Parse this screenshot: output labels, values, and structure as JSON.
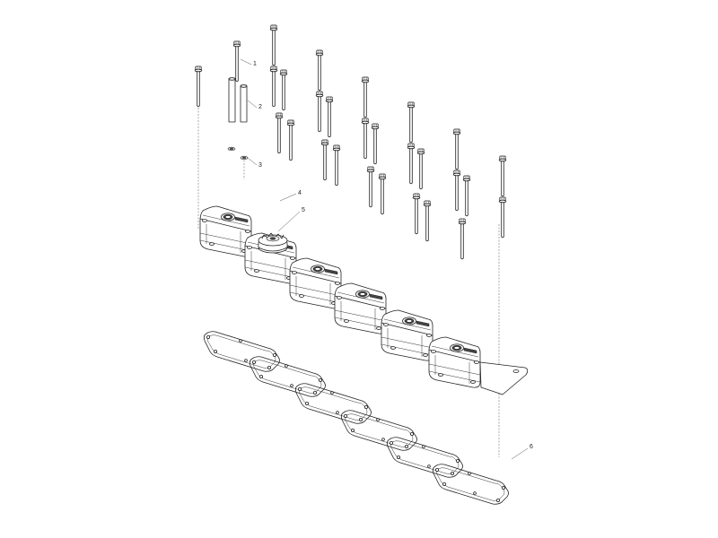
{
  "callouts": [
    {
      "id": "1",
      "label": "1"
    },
    {
      "id": "2",
      "label": "2"
    },
    {
      "id": "3",
      "label": "3"
    },
    {
      "id": "4",
      "label": "4"
    },
    {
      "id": "5",
      "label": "5"
    },
    {
      "id": "6",
      "label": "6"
    }
  ],
  "icons": {
    "bolt": "hex-flange-bolt-icon",
    "spacer": "sleeve-spacer-icon",
    "washer": "seal-washer-icon",
    "cover": "valve-cover-icon",
    "cap": "oil-filler-cap-icon",
    "gasket": "gasket-icon"
  }
}
